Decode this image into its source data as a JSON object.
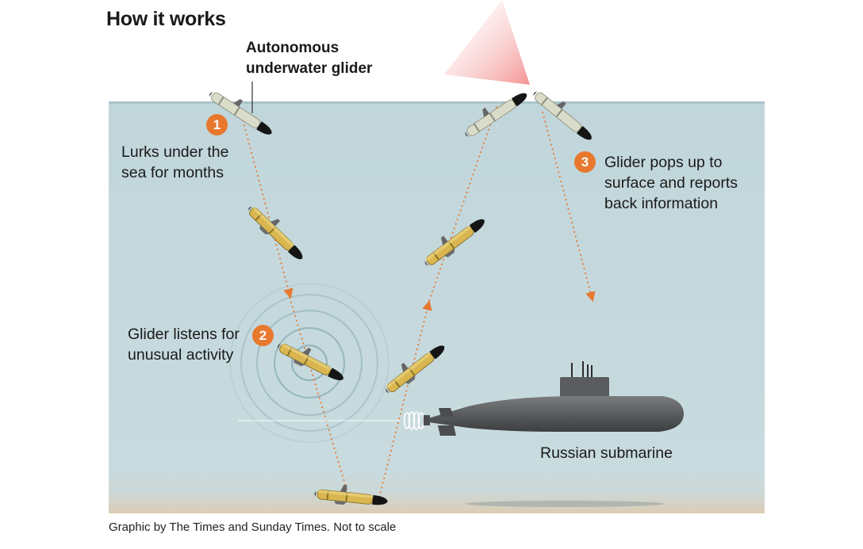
{
  "title": "How it works",
  "glider_label": [
    "Autonomous",
    "underwater glider"
  ],
  "steps": [
    {
      "number": "1",
      "text": [
        "Lurks under the",
        "sea for months"
      ]
    },
    {
      "number": "2",
      "text": [
        "Glider listens for",
        "unusual activity"
      ]
    },
    {
      "number": "3",
      "text": [
        "Glider pops up to",
        "surface and reports",
        "back information"
      ]
    }
  ],
  "submarine_label": "Russian submarine",
  "credit": "Graphic by The Times and Sunday Times. Not to scale",
  "colors": {
    "water": "#c5d9de",
    "seabed": "#dccbb4",
    "accent": "#e8782e",
    "glider_body": "#d7b350",
    "submarine": "#5c5e60",
    "signal": "#f6a8a8"
  }
}
